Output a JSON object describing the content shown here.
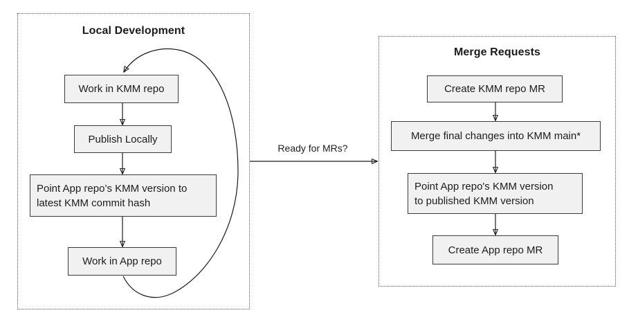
{
  "diagram": {
    "background": "#ffffff",
    "colors": {
      "node_fill": "#f1f1f1",
      "node_border": "#3a3a3a",
      "connector": "#1a1a1a",
      "container_border": "#5c5c5c",
      "text": "#1c1c1c"
    },
    "local_development": {
      "title": "Local Development",
      "nodes": [
        {
          "lines": [
            "Work in KMM repo"
          ]
        },
        {
          "lines": [
            "Publish Locally"
          ]
        },
        {
          "lines": [
            "Point App repo’s KMM version to",
            "latest KMM commit hash"
          ]
        },
        {
          "lines": [
            "Work in App repo"
          ]
        }
      ]
    },
    "merge_requests": {
      "title": "Merge Requests",
      "nodes": [
        {
          "lines": [
            "Create KMM repo MR"
          ]
        },
        {
          "lines": [
            "Merge final changes into KMM main*"
          ]
        },
        {
          "lines": [
            "Point App repo's KMM version",
            "to published KMM version"
          ]
        },
        {
          "lines": [
            "Create App repo MR"
          ]
        }
      ]
    },
    "transition_label": "Ready for MRs?"
  }
}
